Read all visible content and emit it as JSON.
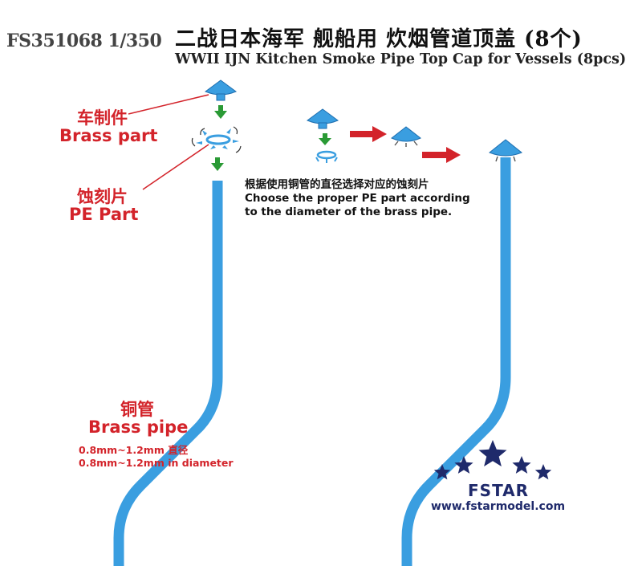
{
  "header": {
    "product_code": "FS351068 1/350",
    "title_cn": "二战日本海军 舰船用 炊烟管道顶盖 (8个)",
    "title_en": "WWII IJN Kitchen Smoke Pipe Top Cap for Vessels (8pcs)"
  },
  "labels": {
    "brass_part_cn": "车制件",
    "brass_part_en": "Brass part",
    "pe_part_cn": "蚀刻片",
    "pe_part_en": "PE Part",
    "brass_pipe_cn": "铜管",
    "brass_pipe_en": "Brass pipe",
    "diameter_cn": "0.8mm~1.2mm 直径",
    "diameter_en": "0.8mm~1.2mm in diameter"
  },
  "note": {
    "line_cn": "根据使用铜管的直径选择对应的蚀刻片",
    "line_en_1": "Choose the proper PE part according",
    "line_en_2": "to the diameter of the brass pipe."
  },
  "brand": {
    "name": "FSTAR",
    "url": "www.fstarmodel.com",
    "star_color": "#1f2a6b"
  },
  "colors": {
    "part_blue": "#3a9ee0",
    "arrow_green": "#2a9a35",
    "arrow_red": "#d3232a",
    "label_red": "#d3232a"
  }
}
